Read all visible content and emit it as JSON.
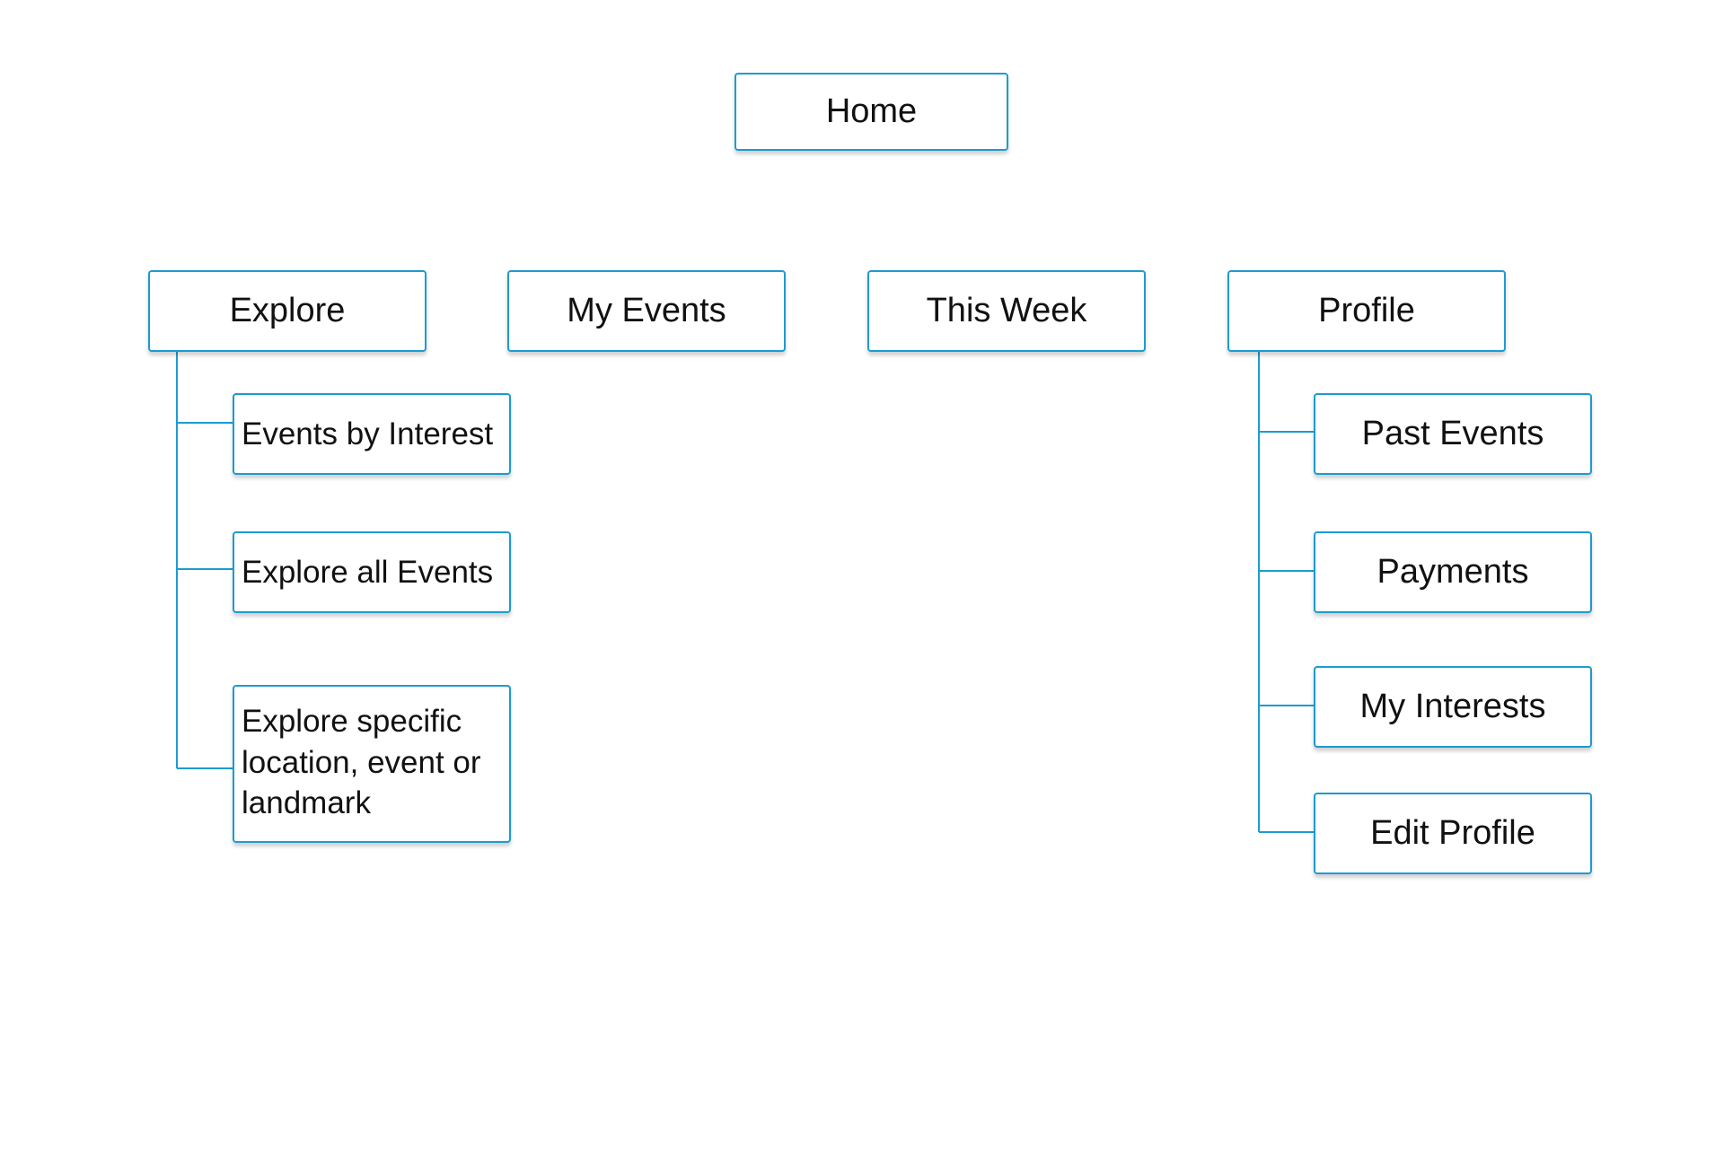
{
  "diagram": {
    "root": {
      "label": "Home"
    },
    "sections": [
      {
        "label": "Explore",
        "children": [
          "Events by Interest",
          "Explore all Events",
          "Explore specific location, event or landmark"
        ]
      },
      {
        "label": "My Events",
        "children": []
      },
      {
        "label": "This Week",
        "children": []
      },
      {
        "label": "Profile",
        "children": [
          "Past Events",
          "Payments",
          "My Interests",
          "Edit Profile"
        ]
      }
    ]
  },
  "colors": {
    "node_border": "#1d9bd1",
    "connector": "#1d9bd1",
    "text": "#111111",
    "background": "#ffffff"
  }
}
